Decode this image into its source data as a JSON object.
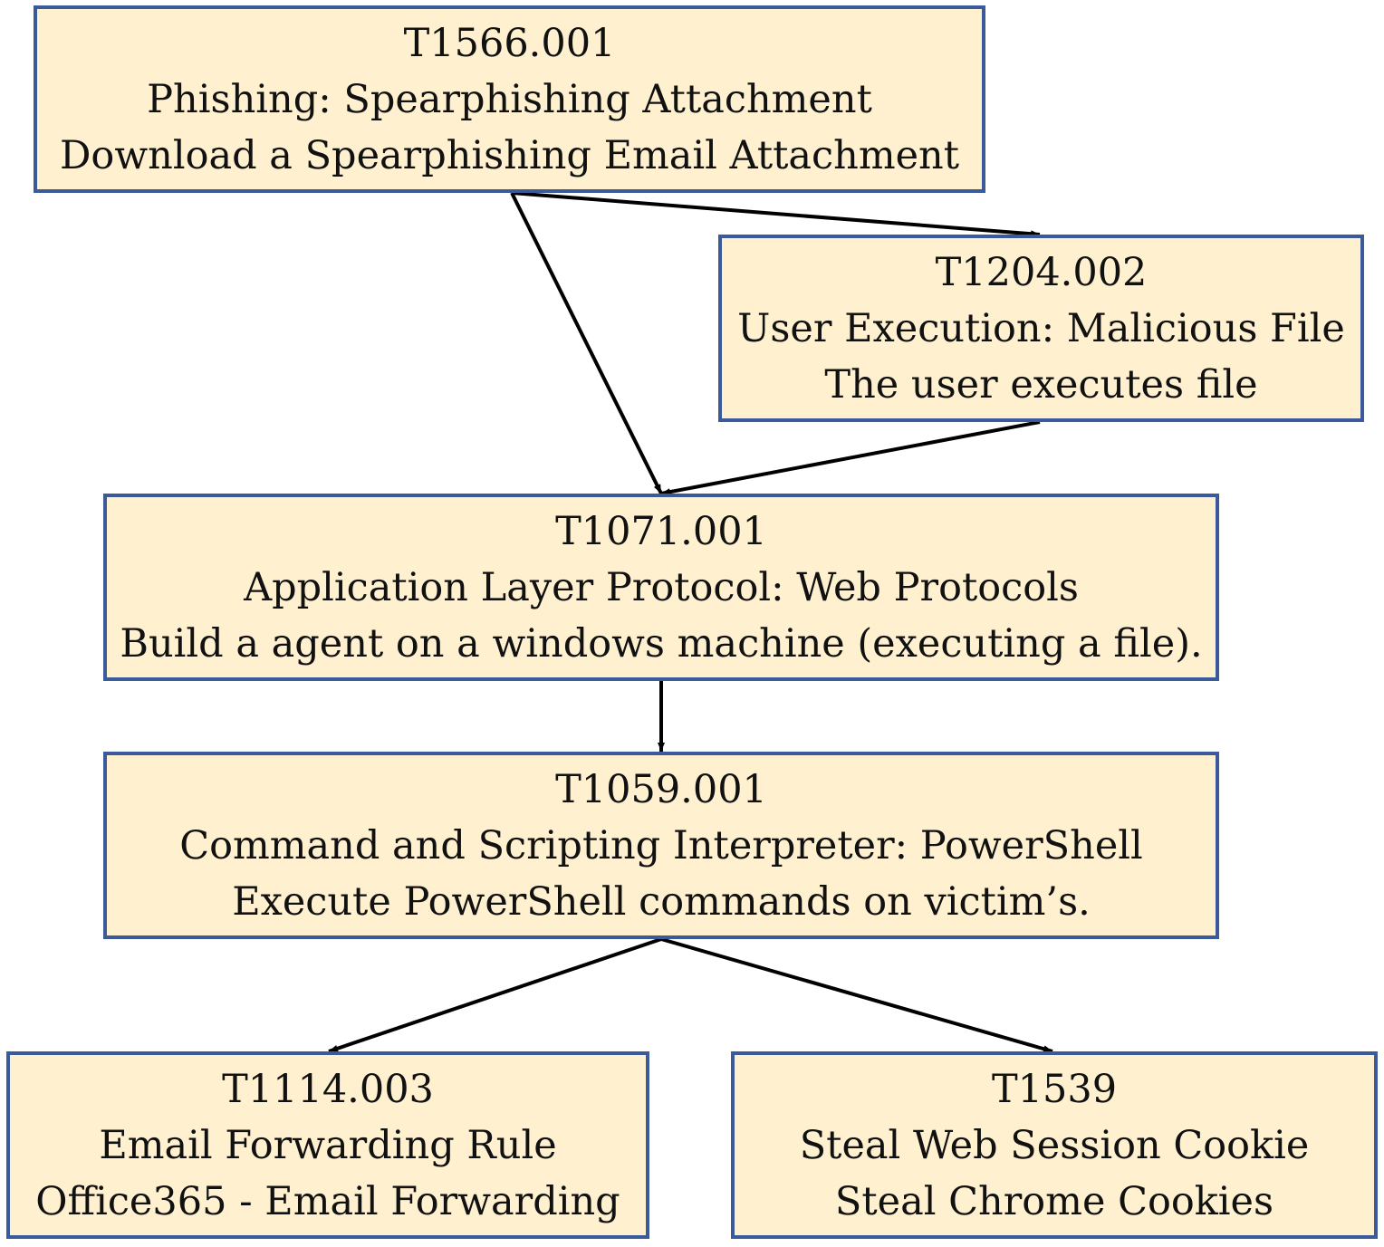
{
  "colors": {
    "node_fill": "#fff1d0",
    "node_border": "#3b5a99",
    "edge": "#000000",
    "text": "#111111"
  },
  "nodes": [
    {
      "id": "T1566.001",
      "name": "Phishing: Spearphishing Attachment",
      "desc": "Download a Spearphishing Email Attachment"
    },
    {
      "id": "T1204.002",
      "name": "User Execution: Malicious File",
      "desc": "The user executes file"
    },
    {
      "id": "T1071.001",
      "name": "Application Layer Protocol: Web Protocols",
      "desc": "Build a agent on a windows machine (executing a file)."
    },
    {
      "id": "T1059.001",
      "name": "Command and Scripting Interpreter: PowerShell",
      "desc": "Execute PowerShell commands on victim’s."
    },
    {
      "id": "T1114.003",
      "name": "Email Forwarding Rule",
      "desc": "Office365 - Email Forwarding"
    },
    {
      "id": "T1539",
      "name": "Steal Web Session Cookie",
      "desc": "Steal Chrome Cookies"
    }
  ],
  "edges": [
    {
      "from": "T1566.001",
      "to": "T1204.002"
    },
    {
      "from": "T1566.001",
      "to": "T1071.001"
    },
    {
      "from": "T1204.002",
      "to": "T1071.001"
    },
    {
      "from": "T1071.001",
      "to": "T1059.001"
    },
    {
      "from": "T1059.001",
      "to": "T1114.003"
    },
    {
      "from": "T1059.001",
      "to": "T1539"
    }
  ]
}
